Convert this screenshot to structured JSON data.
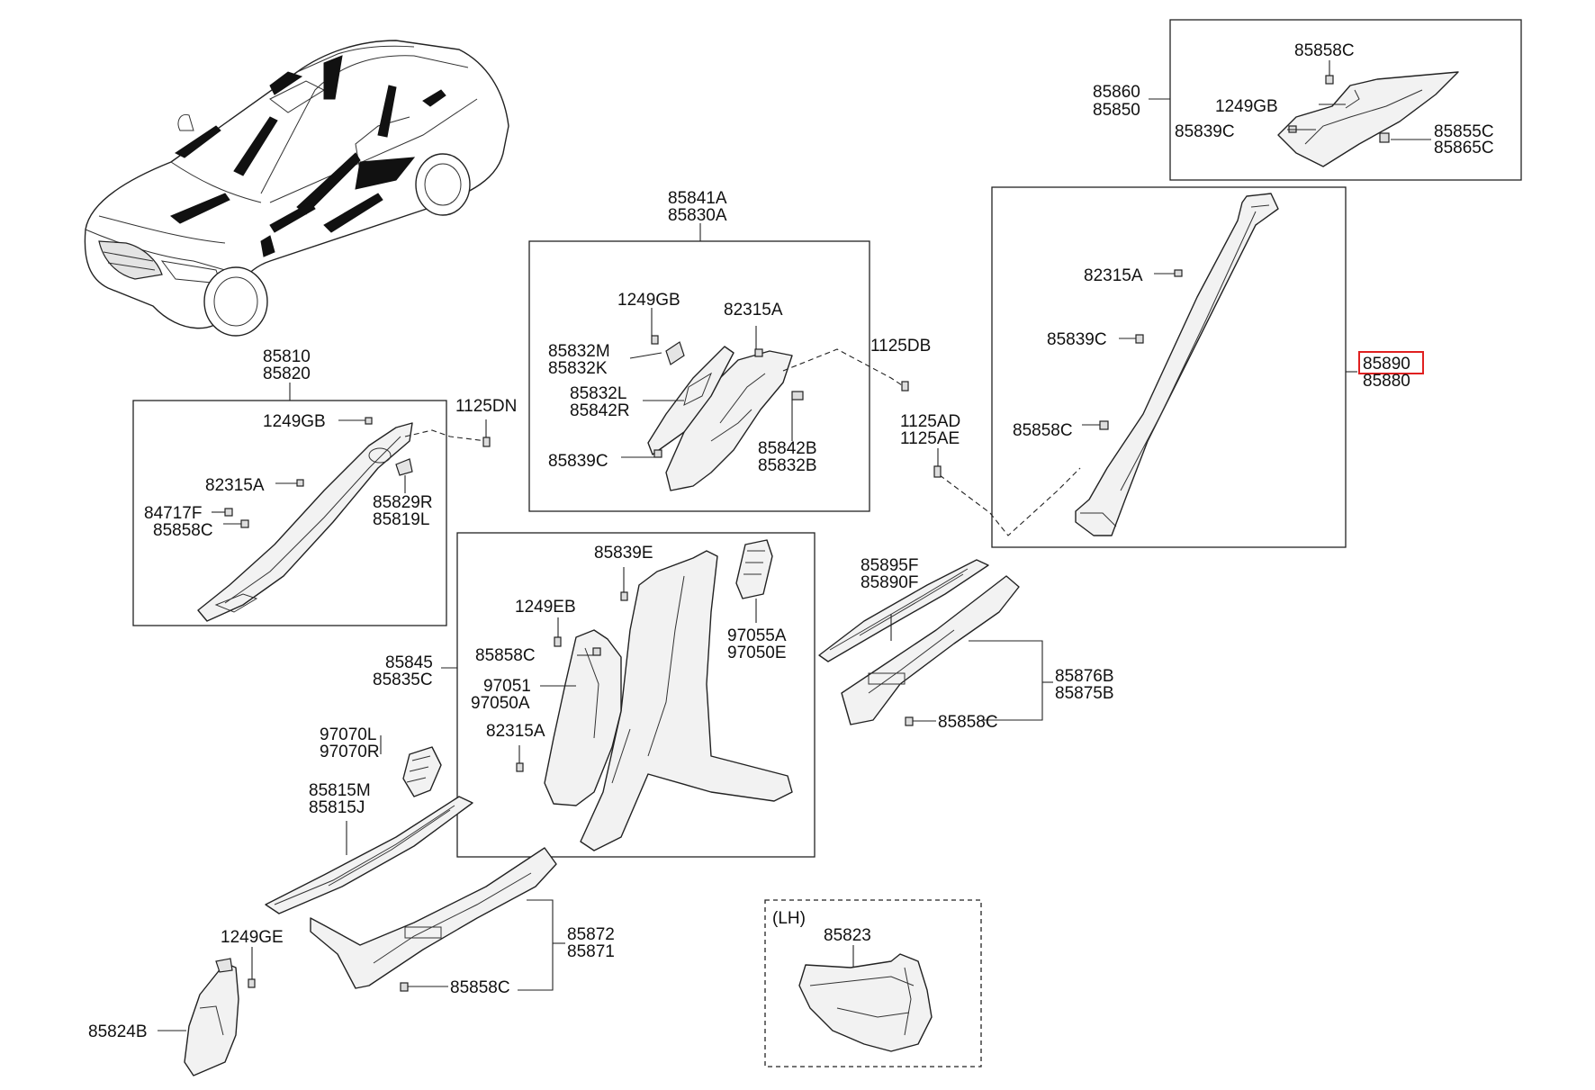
{
  "labels": {
    "top_right_a": "85858C",
    "top_right_b1": "85860",
    "top_right_b2": "85850",
    "top_right_c": "1249GB",
    "top_right_d": "85839C",
    "top_right_e1": "85855C",
    "top_right_e2": "85865C",
    "c_pillar_a": "82315A",
    "c_pillar_b": "85839C",
    "c_pillar_c": "85858C",
    "c_pillar_main1": "85890",
    "c_pillar_main2": "85880",
    "b_upper_top1": "85841A",
    "b_upper_top2": "85830A",
    "b_upper_a": "1249GB",
    "b_upper_b": "82315A",
    "b_upper_c1": "85832M",
    "b_upper_c2": "85832K",
    "b_upper_d1": "85832L",
    "b_upper_d2": "85842R",
    "b_upper_e": "85839C",
    "b_upper_f1": "85842B",
    "b_upper_f2": "85832B",
    "fastener_1125db": "1125DB",
    "fastener_1125ad": "1125AD",
    "fastener_1125ae": "1125AE",
    "a_pillar_top1": "85810",
    "a_pillar_top2": "85820",
    "a_pillar_a": "1249GB",
    "a_pillar_b": "82315A",
    "a_pillar_c1": "84717F",
    "a_pillar_c2": "85858C",
    "a_pillar_d1": "85829R",
    "a_pillar_d2": "85819L",
    "fastener_1125dn": "1125DN",
    "b_lower_a": "85839E",
    "b_lower_b": "1249EB",
    "b_lower_c": "85858C",
    "b_lower_d1": "97051",
    "b_lower_d2": "97050A",
    "b_lower_e": "82315A",
    "b_lower_main1": "85845",
    "b_lower_main2": "85835C",
    "b_lower_f1": "97055A",
    "b_lower_f2": "97050E",
    "rear_sill_a1": "85895F",
    "rear_sill_a2": "85890F",
    "rear_sill_b1": "85876B",
    "rear_sill_b2": "85875B",
    "rear_sill_c": "85858C",
    "front_sill_a1": "97070L",
    "front_sill_a2": "97070R",
    "front_sill_b1": "85815M",
    "front_sill_b2": "85815J",
    "front_sill_c1": "85872",
    "front_sill_c2": "85871",
    "front_sill_d": "85858C",
    "cowl_a": "1249GE",
    "cowl_b": "85824B",
    "lh_title": "(LH)",
    "lh_part": "85823"
  },
  "highlight_color": "#e02020"
}
